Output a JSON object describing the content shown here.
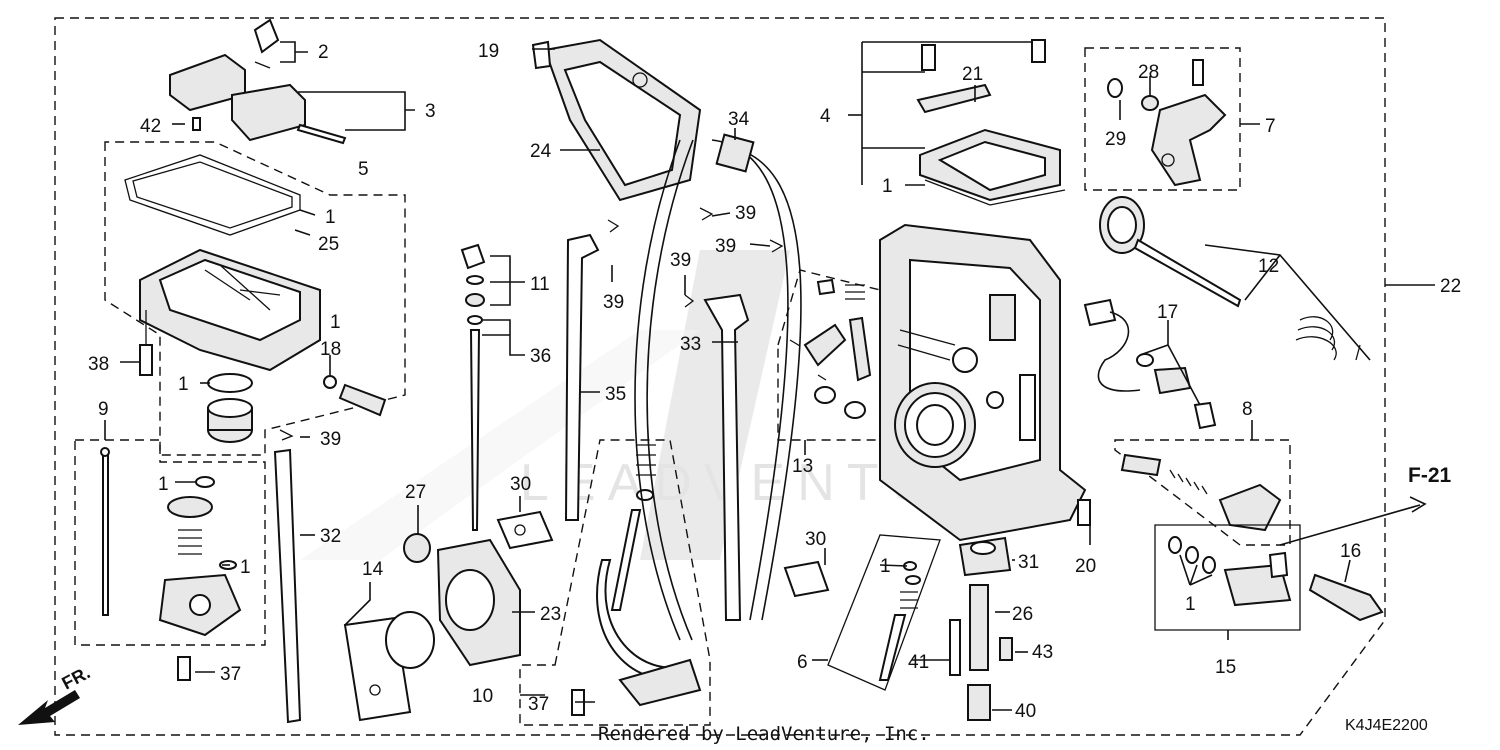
{
  "page": {
    "watermark": "LEADVENTURE",
    "footer_credit": "Rendered by LeadVenture, Inc.",
    "diagram_code": "K4J4E2200",
    "front_marker": "FR.",
    "figure_ref": "F-21"
  },
  "callouts": {
    "c1a": "1",
    "c1b": "1",
    "c1c": "1",
    "c1d": "1",
    "c1e": "1",
    "c1f": "1",
    "c1g": "1",
    "c1h": "1",
    "c2": "2",
    "c3": "3",
    "c4": "4",
    "c5": "5",
    "c6": "6",
    "c7": "7",
    "c8": "8",
    "c9": "9",
    "c10": "10",
    "c11": "11",
    "c12": "12",
    "c13": "13",
    "c14": "14",
    "c15": "15",
    "c16": "16",
    "c17": "17",
    "c18": "18",
    "c19": "19",
    "c20": "20",
    "c21": "21",
    "c22": "22",
    "c23": "23",
    "c24": "24",
    "c25": "25",
    "c26": "26",
    "c27": "27",
    "c28": "28",
    "c29": "29",
    "c30a": "30",
    "c30b": "30",
    "c31": "31",
    "c32": "32",
    "c33": "33",
    "c34": "34",
    "c35": "35",
    "c36": "36",
    "c37a": "37",
    "c37b": "37",
    "c38": "38",
    "c39a": "39",
    "c39b": "39",
    "c39c": "39",
    "c39d": "39",
    "c39e": "39",
    "c40": "40",
    "c41": "41",
    "c42": "42",
    "c43": "43"
  }
}
